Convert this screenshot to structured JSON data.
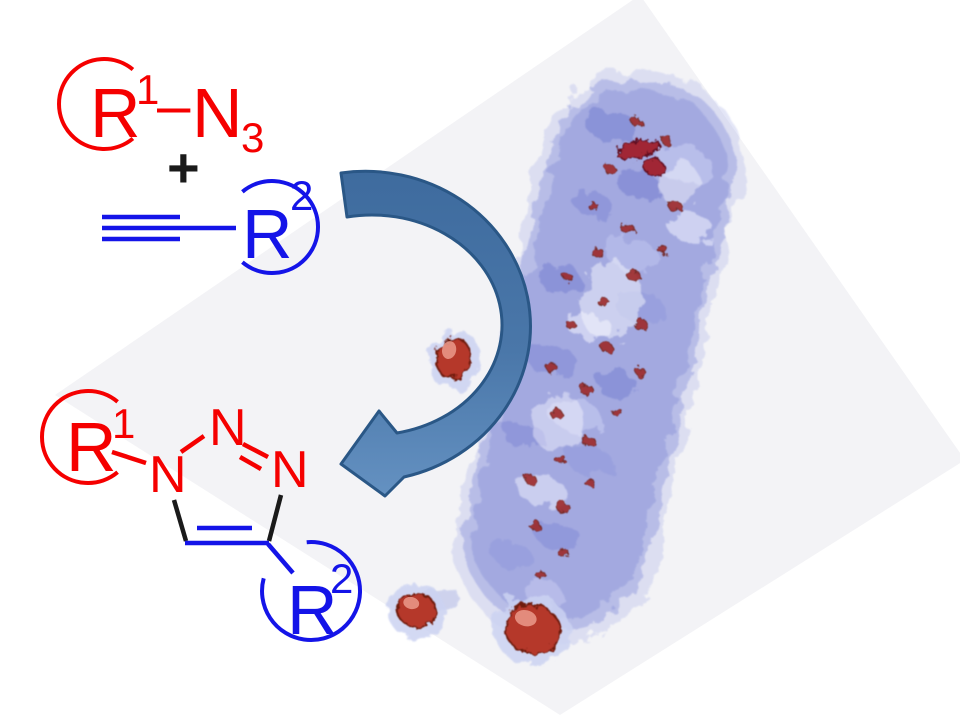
{
  "figure": {
    "kind": "click-chemistry reaction scheme with bacterium volume render",
    "reactants": {
      "azide": {
        "r": "R",
        "r_sup": "1",
        "bond_dash": "–",
        "n": "N",
        "n_sub": "3"
      },
      "plus_sign": "+",
      "alkyne": {
        "r": "R",
        "r_sup": "2"
      }
    },
    "product_triazole": {
      "r1": "R",
      "r1_sup": "1",
      "n1": "N",
      "n2": "N",
      "n3": "N",
      "r2": "R",
      "r2_sup": "2"
    },
    "icons": {
      "reaction_arrow": "curved-arrow",
      "cell_render": "rod-shaped-bacterium-volume-render"
    }
  },
  "colors": {
    "red": "#f50000",
    "blue": "#1414e8",
    "black": "#1a1a1a",
    "arrow_border": "#2a5786",
    "arrow_fill_top": "#3e6b9e",
    "arrow_fill_bottom": "#6592c2",
    "plane_gray": "#f3f3f6",
    "bacterium_body": "#9ba3e0",
    "bacterium_deep": "#6a74cc",
    "bacterium_light": "#dfe2f8",
    "inclusion_red": "#a82a22",
    "inclusion_dark": "#6e1d12",
    "inclusion_highlight": "#eb9a8b"
  }
}
